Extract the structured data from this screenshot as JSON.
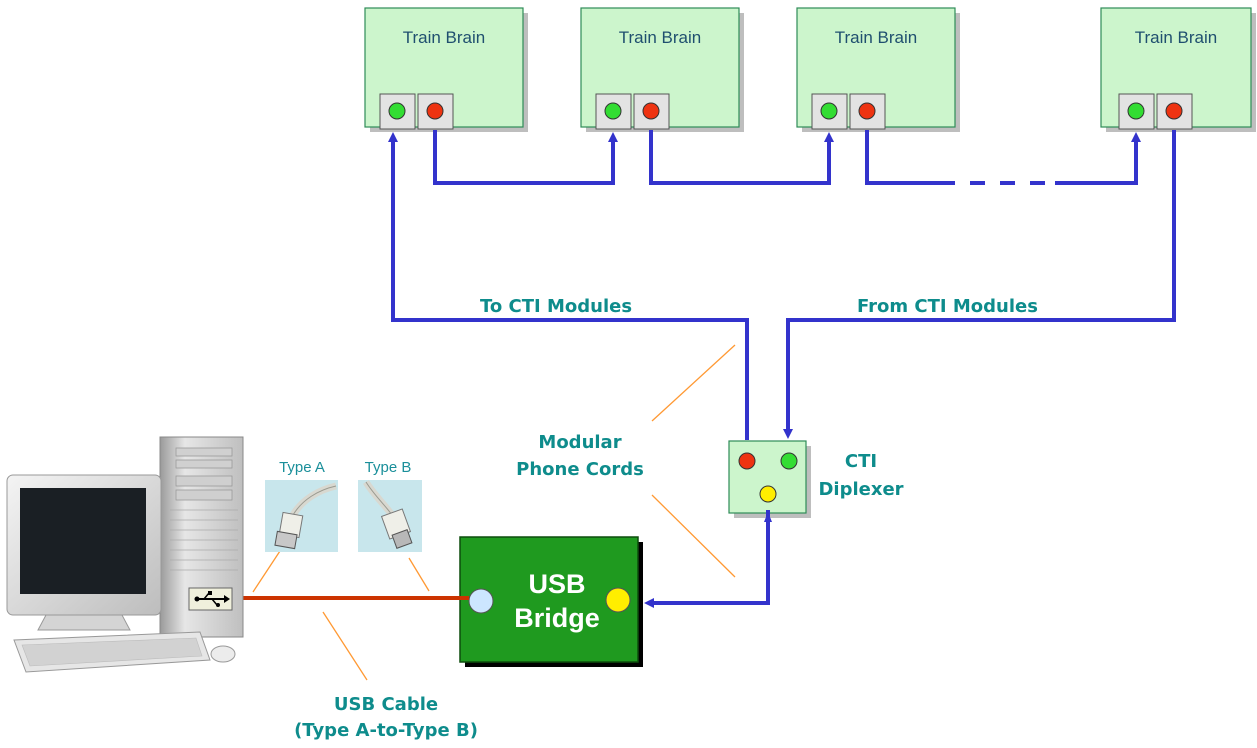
{
  "train_brains": [
    {
      "title": "Train Brain"
    },
    {
      "title": "Train Brain"
    },
    {
      "title": "Train Brain"
    },
    {
      "title": "Train Brain"
    }
  ],
  "labels": {
    "to_cti": "To CTI Modules",
    "from_cti": "From CTI Modules",
    "cords_line1": "Modular",
    "cords_line2": "Phone Cords",
    "diplexer_line1": "CTI",
    "diplexer_line2": "Diplexer",
    "usb_line1": "USB",
    "usb_line2": "Bridge",
    "cable_line1": "USB Cable",
    "cable_line2": "(Type A-to-Type B)",
    "type_a": "Type A",
    "type_b": "Type B"
  },
  "colors": {
    "wire_blue": "#3333cc",
    "brain_fill": "#ccf5cc",
    "brain_border": "#2e8b57",
    "usb_fill": "#1f9a1f",
    "usb_cable": "#cc3300",
    "callout_orange": "#ff9933",
    "teal_text": "#0e8c8c",
    "led_green": "#33dd33",
    "led_red": "#ee3311",
    "led_yellow": "#ffee00",
    "led_lightblue": "#cce6ff"
  },
  "icons": [
    "computer-icon",
    "usb-symbol-icon",
    "usb-type-a-plug-icon",
    "usb-type-b-plug-icon"
  ]
}
